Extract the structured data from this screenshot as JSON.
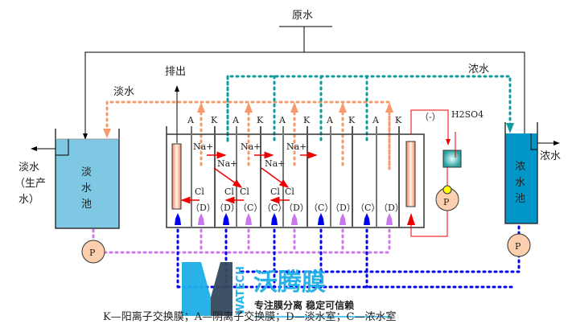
{
  "labels": {
    "raw_water": "原水",
    "discharge": "排出",
    "dilute_top": "淡水",
    "concentrate_top": "浓水",
    "dilute_out_1": "淡水",
    "dilute_out_2": "（生产",
    "dilute_out_3": "水）",
    "concentrate_out": "浓水",
    "dilute_tank": [
      "淡",
      "水",
      "池"
    ],
    "concentrate_tank": [
      "浓",
      "水",
      "池"
    ],
    "acid": "H2SO4",
    "negative_electrode": "（-）",
    "pump": "P",
    "na": "Na+",
    "cl": "Cl"
  },
  "membranes": [
    "A",
    "K",
    "A",
    "K",
    "A",
    "K",
    "A",
    "K",
    "A",
    "K"
  ],
  "chambers": [
    "（D）",
    "（D）",
    "（C）",
    "（C）",
    "（D）",
    "（C）",
    "（D）",
    "（C）",
    "（D）"
  ],
  "legend": "K—阳离子交换膜；A—阴离子交换膜；D—淡水室；C—浓水室",
  "watermark": {
    "brand": "沃腾膜",
    "latin": "WATECH",
    "slogan": "专注膜分离 稳定可信赖"
  },
  "colors": {
    "dilute": "#7ec8e3",
    "concentrate": "#0097c8",
    "orange": "#f79a6b",
    "teal": "#0d9b9b",
    "blue": "#0000ee",
    "purple": "#cc77ee",
    "red": "#ee0000"
  }
}
